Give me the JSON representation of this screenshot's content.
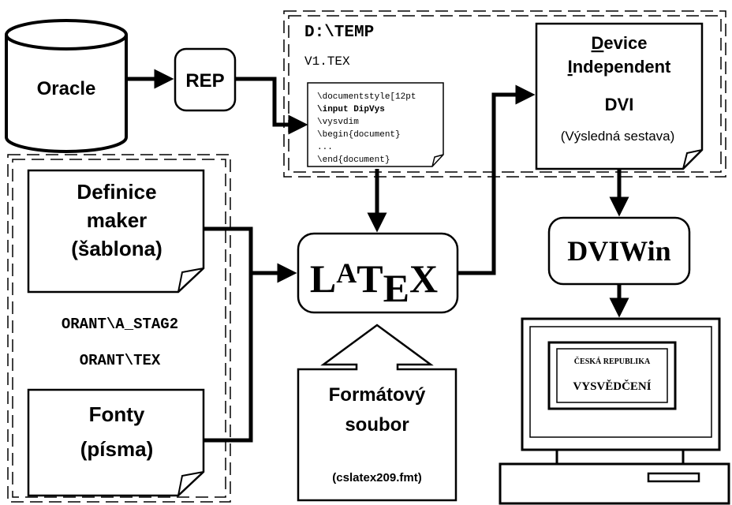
{
  "oracle": {
    "label": "Oracle"
  },
  "rep": {
    "label": "REP"
  },
  "temp_group": {
    "path": "D:\\TEMP",
    "file": "V1.TEX"
  },
  "tex_doc": {
    "lines": [
      "\\documentstyle[12pt",
      "\\input DipVys",
      "\\vysvdim",
      "\\begin{document}",
      "...",
      "\\end{document}"
    ]
  },
  "dvi": {
    "title_line1_initial": "D",
    "title_line1_rest": "evice",
    "title_line2_initial": "I",
    "title_line2_rest": "ndependent",
    "label": "DVI",
    "subtitle": "(Výsledná sestava)"
  },
  "macros": {
    "line1": "Definice",
    "line2": "maker",
    "line3": "(šablona)"
  },
  "paths": {
    "path1": "ORANT\\A_STAG2",
    "path2": "ORANT\\TEX"
  },
  "fonts": {
    "line1": "Fonty",
    "line2": "(písma)"
  },
  "latex": {
    "l": "L",
    "a": "A",
    "t": "T",
    "e": "E",
    "x": "X"
  },
  "format_file": {
    "line1": "Formátový",
    "line2": "soubor",
    "line3": "(cslatex209.fmt)"
  },
  "dviwin": {
    "label": "DVIWin"
  },
  "monitor": {
    "line1": "ČESKÁ REPUBLIKA",
    "line2": "VYSVĚDČENÍ"
  }
}
